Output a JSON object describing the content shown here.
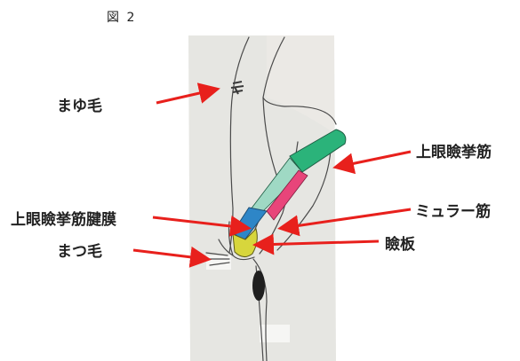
{
  "figure_number": "図 2",
  "labels": {
    "eyebrow": "まゆ毛",
    "levator_muscle": "上眼瞼挙筋",
    "levator_aponeurosis": "上眼瞼挙筋腱膜",
    "muller_muscle": "ミュラー筋",
    "eyelash": "まつ毛",
    "tarsus": "瞼板"
  },
  "colors": {
    "arrow": "#e8201c",
    "levator_muscle": "#2bb37a",
    "levator_aponeurosis": "#2e86c7",
    "muller_muscle": "#e8457a",
    "tarsus": "#d7d63c",
    "photo_background": "#e6e6e2",
    "sketch_line": "#4a4a4a"
  }
}
